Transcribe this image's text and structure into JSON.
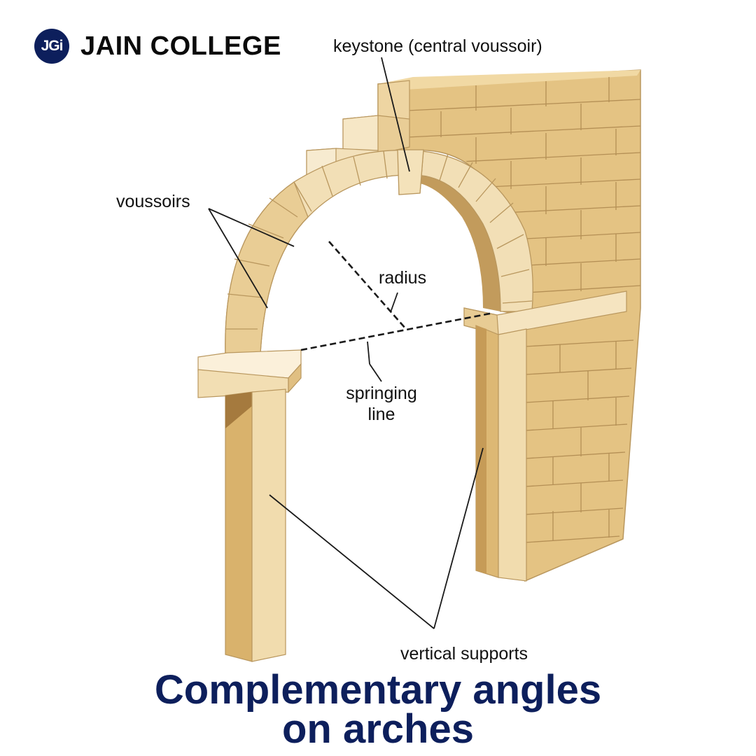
{
  "brand": {
    "logo_text": "JGi",
    "name": "JAIN COLLEGE",
    "navy": "#0d1f5c"
  },
  "labels": {
    "keystone": "keystone (central voussoir)",
    "voussoirs": "voussoirs",
    "radius": "radius",
    "springing_line_1": "springing",
    "springing_line_2": "line",
    "vertical_supports": "vertical supports"
  },
  "title": {
    "line1": "Complementary angles",
    "line2": "on arches"
  },
  "colors": {
    "stone_light": "#f3dfb4",
    "stone_mid": "#e8cc94",
    "stone_dark": "#c8a162",
    "stone_shadow": "#a57a3e",
    "brick": "#e2c07e",
    "mortar": "#b9975e"
  }
}
